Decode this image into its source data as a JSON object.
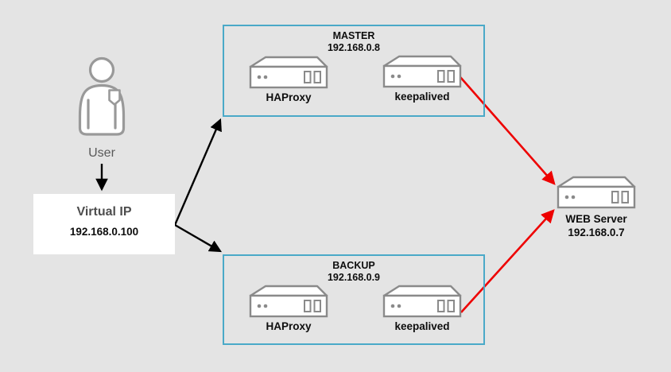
{
  "colors": {
    "background": "#e4e4e4",
    "box_border": "#4aa9c8",
    "arrow_black": "#000000",
    "arrow_red": "#ee0000",
    "server_stroke": "#8a8a8a",
    "muted_text": "#595959"
  },
  "user": {
    "label": "User"
  },
  "virtual_ip": {
    "title": "Virtual IP",
    "ip": "192.168.0.100"
  },
  "master": {
    "title": "MASTER",
    "ip": "192.168.0.8",
    "nodes": [
      {
        "label": "HAProxy"
      },
      {
        "label": "keepalived"
      }
    ]
  },
  "backup": {
    "title": "BACKUP",
    "ip": "192.168.0.9",
    "nodes": [
      {
        "label": "HAProxy"
      },
      {
        "label": "keepalived"
      }
    ]
  },
  "web_server": {
    "label": "WEB Server",
    "ip": "192.168.0.7"
  }
}
